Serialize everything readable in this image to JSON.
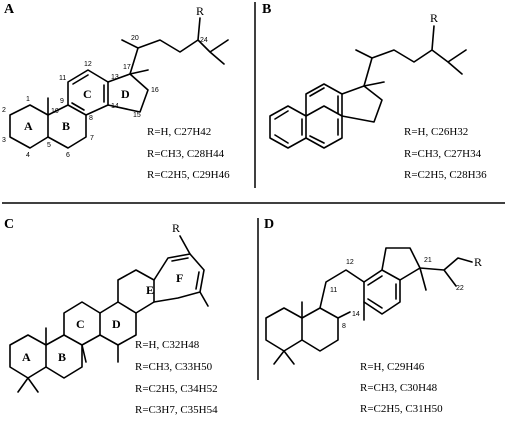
{
  "panels": {
    "a": {
      "label": "A",
      "r_label": "R",
      "formulas": [
        "R=H, C27H42",
        "R=CH3, C28H44",
        "R=C2H5, C29H46"
      ],
      "ring_letters": [
        "A",
        "B",
        "C",
        "D"
      ],
      "atom_numbers": [
        "1",
        "2",
        "3",
        "4",
        "5",
        "6",
        "7",
        "8",
        "9",
        "10",
        "11",
        "12",
        "13",
        "14",
        "15",
        "16",
        "17",
        "20",
        "24"
      ]
    },
    "b": {
      "label": "B",
      "r_label": "R",
      "formulas": [
        "R=H, C26H32",
        "R=CH3, C27H34",
        "R=C2H5, C28H36"
      ]
    },
    "c": {
      "label": "C",
      "r_label": "R",
      "formulas": [
        "R=H, C32H48",
        "R=CH3, C33H50",
        "R=C2H5, C34H52",
        "R=C3H7, C35H54"
      ],
      "ring_letters": [
        "A",
        "B",
        "C",
        "D",
        "E",
        "F"
      ]
    },
    "d": {
      "label": "D",
      "r_label": "R",
      "formulas": [
        "R=H, C29H46",
        "R=CH3, C30H48",
        "R=C2H5, C31H50"
      ],
      "atom_numbers": [
        "8",
        "11",
        "12",
        "14",
        "21",
        "22"
      ]
    }
  }
}
